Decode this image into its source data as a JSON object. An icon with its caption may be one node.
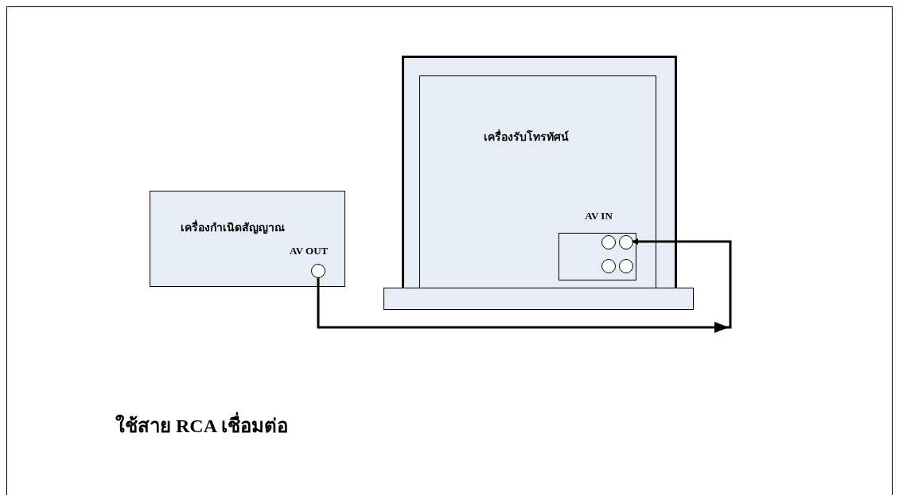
{
  "diagram": {
    "caption": "ใช้สาย RCA เชื่อมต่อ",
    "nodes": [
      {
        "text": [
          "เครื่องกำเนิดสัญญาณ"
        ]
      },
      {
        "text": [],
        "shape": "circle",
        "in": 0,
        "beside": [
          "AV OUT"
        ]
      },
      {
        "text": [
          "เครื่องรับโทรทัศน์"
        ]
      },
      {
        "text": [
          "AV IN"
        ],
        "in": 2
      },
      {
        "text": [],
        "shape": "circle",
        "in": 3
      },
      {
        "text": [],
        "shape": "circle",
        "in": 3
      },
      {
        "text": [],
        "shape": "circle",
        "in": 3
      },
      {
        "text": [],
        "shape": "circle",
        "in": 3
      },
      {
        "text": [],
        "shape": "bar"
      }
    ],
    "edges": [
      {
        "from": 1,
        "to": 5,
        "arrow": "to"
      }
    ]
  }
}
